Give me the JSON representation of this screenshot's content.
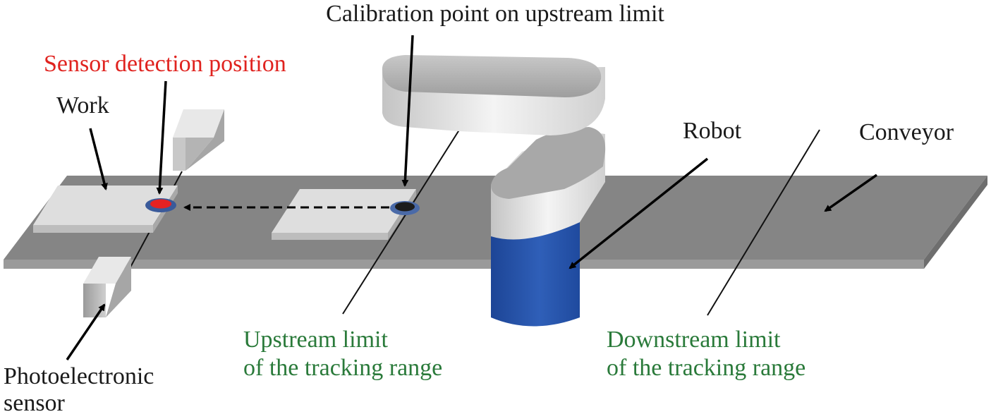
{
  "labels": {
    "calibration_point": "Calibration point on upstream limit",
    "sensor_detection": "Sensor detection position",
    "work": "Work",
    "robot": "Robot",
    "conveyor": "Conveyor",
    "upstream_line1": "Upstream limit",
    "upstream_line2": "of the tracking range",
    "downstream_line1": "Downstream limit",
    "downstream_line2": "of the tracking range",
    "photo_line1": "Photoelectronic",
    "photo_line2": "sensor"
  },
  "colors": {
    "label_black": "#1a1a1a",
    "label_red": "#e0231f",
    "label_green": "#2a7a3a",
    "conveyor": "#858585",
    "robot_base": "#2350a8",
    "robot_arm": "#d9d9d9",
    "sensor_dot": "#e52222",
    "calibration_dot": "#1c1c1c"
  }
}
